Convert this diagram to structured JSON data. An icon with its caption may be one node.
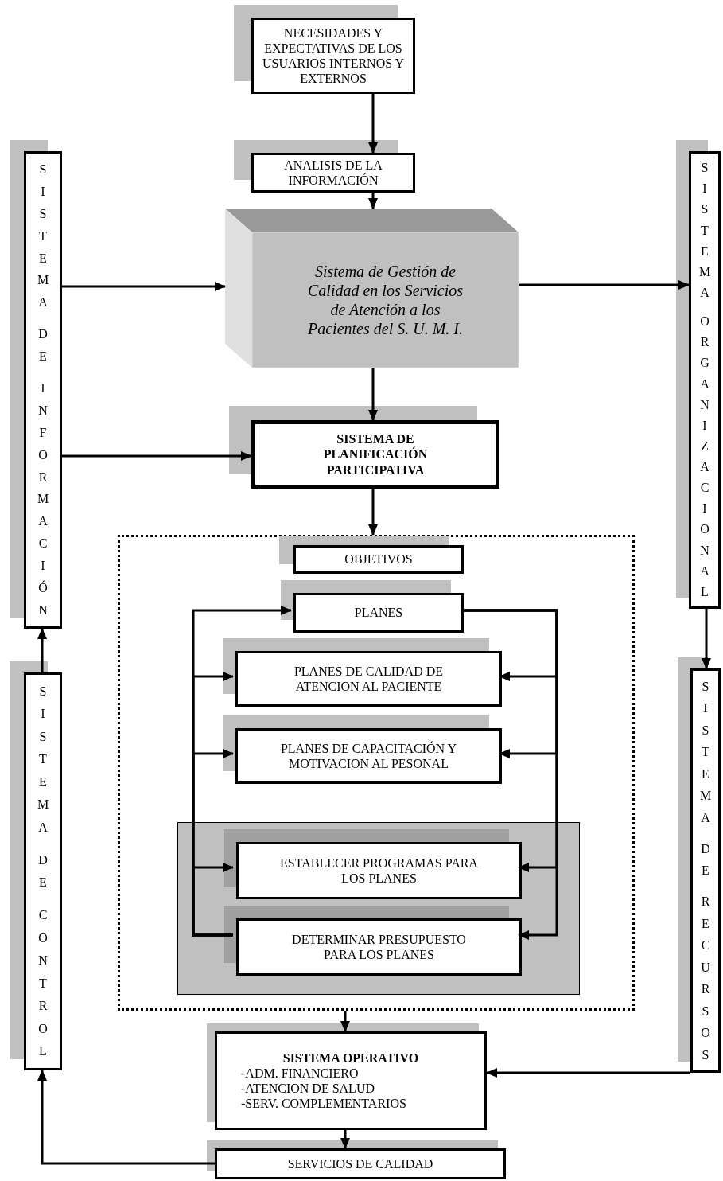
{
  "diagram": {
    "nodes": [
      {
        "text": [
          "NECESIDADES Y EXPECTATIVAS DE LOS USUARIOS INTERNOS Y EXTERNOS"
        ]
      },
      {
        "text": [
          "ANALISIS DE LA INFORMACIÓN"
        ]
      },
      {
        "text": [
          "Sistema de Gestión de Calidad en los Servicios de Atención a los Pacientes del S. U. M. I."
        ]
      },
      {
        "text": [
          "SISTEMA DE PLANIFICACIÓN PARTICIPATIVA"
        ]
      },
      {
        "text": [],
        "shape": "box"
      },
      {
        "text": [
          "OBJETIVOS"
        ],
        "in": 4
      },
      {
        "text": [
          "PLANES"
        ],
        "in": 4
      },
      {
        "text": [
          "PLANES DE CALIDAD DE ATENCION AL PACIENTE"
        ],
        "in": 4
      },
      {
        "text": [
          "PLANES DE CAPACITACIÓN Y MOTIVACION AL PESONAL"
        ],
        "in": 4
      },
      {
        "text": [],
        "shape": "box",
        "in": 4
      },
      {
        "text": [
          "ESTABLECER PROGRAMAS PARA LOS PLANES"
        ],
        "in": 9
      },
      {
        "text": [
          "DETERMINAR PRESUPUESTO PARA LOS PLANES"
        ],
        "in": 9
      },
      {
        "text": [
          "SISTEMA OPERATIVO",
          "-ADM. FINANCIERO",
          "-ATENCION DE SALUD",
          "-SERV. COMPLEMENTARIOS"
        ]
      },
      {
        "text": [
          "SERVICIOS DE CALIDAD"
        ]
      },
      {
        "text": [
          "SISTEMA DE INFORMACIÓN"
        ]
      },
      {
        "text": [
          "SISTEMA DE CONTROL"
        ]
      },
      {
        "text": [
          "SISTEMA ORGANIZACIONAL"
        ]
      },
      {
        "text": [
          "SISTEMA DE RECURSOS"
        ]
      }
    ],
    "edges": [
      {
        "from": 0,
        "to": 1,
        "arrow": "to"
      },
      {
        "from": 1,
        "to": 2,
        "arrow": "to"
      },
      {
        "from": 2,
        "to": 3,
        "arrow": "to"
      },
      {
        "from": 14,
        "to": 2,
        "arrow": "to"
      },
      {
        "from": 14,
        "to": 3,
        "arrow": "to"
      },
      {
        "from": 2,
        "to": 16,
        "arrow": "to"
      },
      {
        "from": 3,
        "to": 4,
        "arrow": "to"
      },
      {
        "from": 11,
        "to": 6,
        "arrow": "to"
      },
      {
        "from": 11,
        "to": 7,
        "arrow": "to"
      },
      {
        "from": 11,
        "to": 8,
        "arrow": "to"
      },
      {
        "from": 11,
        "to": 10,
        "arrow": "to"
      },
      {
        "from": 6,
        "to": 7,
        "arrow": "to"
      },
      {
        "from": 6,
        "to": 8,
        "arrow": "to"
      },
      {
        "from": 6,
        "to": 10,
        "arrow": "to"
      },
      {
        "from": 6,
        "to": 11,
        "arrow": "to"
      },
      {
        "from": 4,
        "to": 12,
        "arrow": "to"
      },
      {
        "from": 17,
        "to": 12,
        "arrow": "to"
      },
      {
        "from": 12,
        "to": 13,
        "arrow": "to"
      },
      {
        "from": 13,
        "to": 15,
        "arrow": "to"
      },
      {
        "from": 15,
        "to": 14,
        "arrow": "to"
      },
      {
        "from": 16,
        "to": 17,
        "arrow": "to"
      }
    ]
  }
}
